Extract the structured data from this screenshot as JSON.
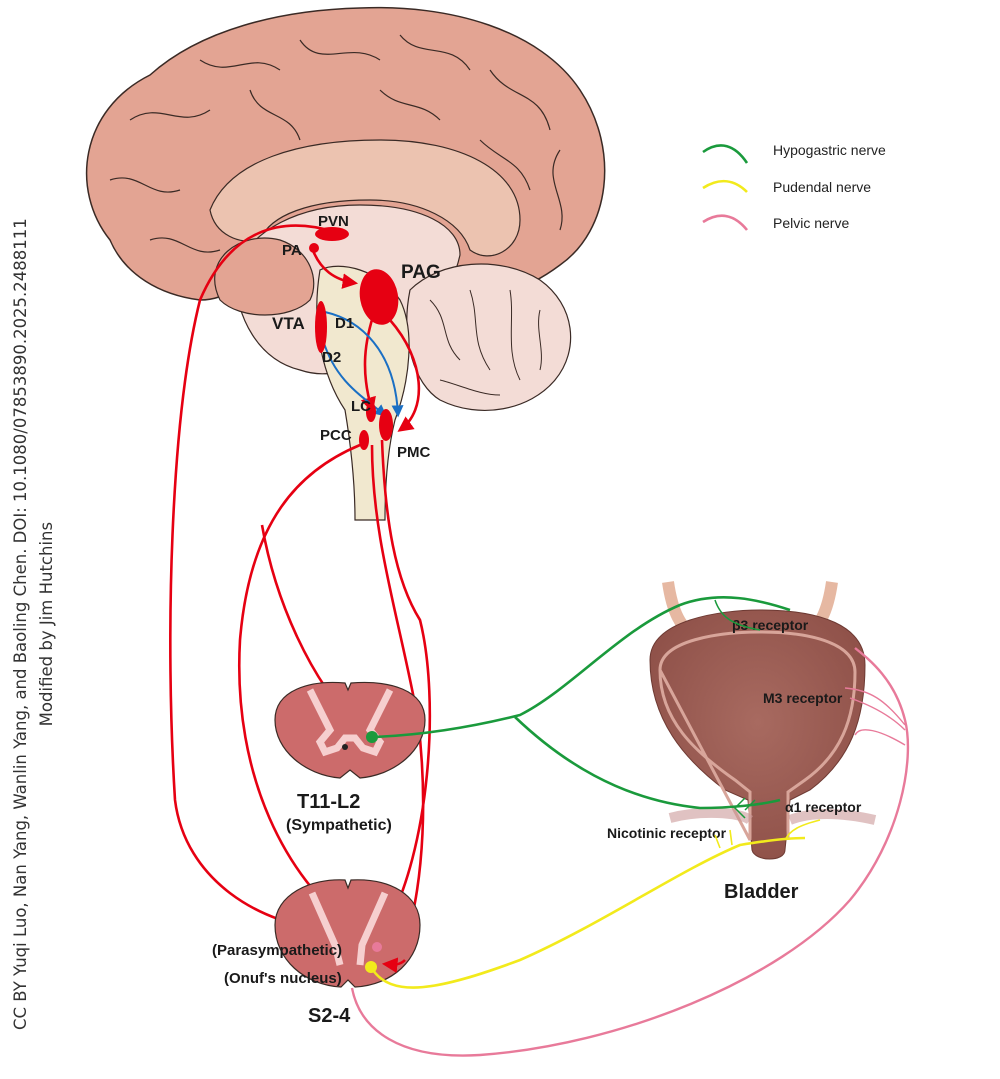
{
  "credit": {
    "line1": "CC BY Yuqi Luo, Nan Yang, Wanlin Yang, and Baoling Chen. DOI: 10.1080/07853890.2025.2488111",
    "line2": "Modified by Jim Hutchins"
  },
  "legend": [
    {
      "label": "Hypogastric nerve",
      "color": "#1a9a3c"
    },
    {
      "label": "Pudendal nerve",
      "color": "#f2ea1c"
    },
    {
      "label": "Pelvic nerve",
      "color": "#e87a9a"
    }
  ],
  "brain_nuclei": {
    "pvn": "PVN",
    "pa": "PA",
    "pag": "PAG",
    "vta": "VTA",
    "d1": "D1",
    "d2": "D2",
    "lc": "LC",
    "pcc": "PCC",
    "pmc": "PMC"
  },
  "spinal": {
    "upper_label": "T11-L2",
    "upper_sub": "(Sympathetic)",
    "lower_label": "S2-4",
    "lower_sub1": "(Parasympathetic)",
    "lower_sub2": "(Onuf's nucleus)"
  },
  "bladder": {
    "title": "Bladder",
    "beta3": "β3 receptor",
    "m3": "M3 receptor",
    "alpha1": "α1 receptor",
    "nicotinic": "Nicotinic receptor"
  }
}
